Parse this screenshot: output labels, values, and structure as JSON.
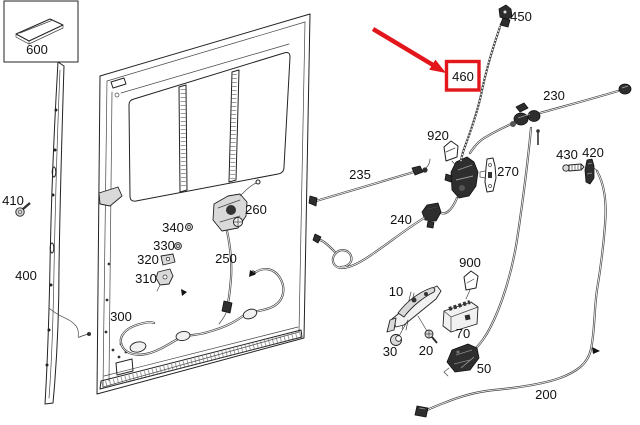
{
  "diagram": {
    "title": "Sliding door exploded parts diagram",
    "background": "#ffffff",
    "line_color": "#222222",
    "highlight_color": "#e2161b"
  },
  "callout": {
    "highlighted_part": "460"
  },
  "parts": {
    "600": "600",
    "410": "410",
    "400": "400",
    "300": "300",
    "310": "310",
    "320": "320",
    "330": "330",
    "340": "340",
    "250": "250",
    "260": "260",
    "235": "235",
    "240": "240",
    "920": "920",
    "450": "450",
    "460": "460",
    "230": "230",
    "270": "270",
    "430": "430",
    "420": "420",
    "900": "900",
    "10": "10",
    "70": "70",
    "30": "30",
    "20": "20",
    "50": "50",
    "200": "200"
  }
}
